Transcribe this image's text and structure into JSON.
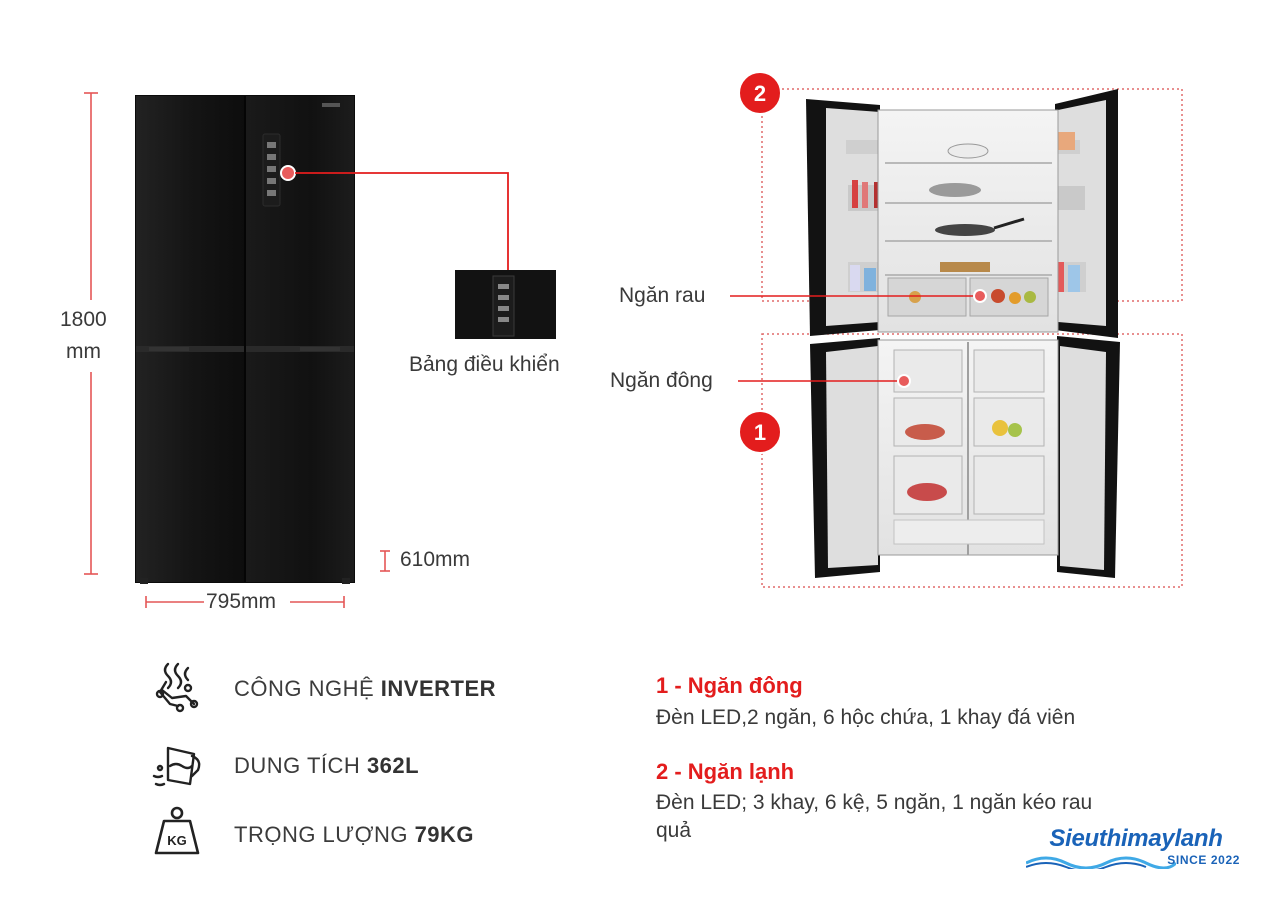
{
  "dimensions": {
    "height_value": "1800",
    "height_unit": "mm",
    "width_label": "795mm",
    "depth_label": "610mm"
  },
  "callouts": {
    "control_panel_caption": "Bảng điều khiển",
    "crisper_label": "Ngăn rau",
    "freezer_label": "Ngăn đông",
    "badge_fridge": "2",
    "badge_freezer": "1"
  },
  "features": [
    {
      "icon": "inverter-chip-icon",
      "prefix": "CÔNG NGHỆ ",
      "value": "INVERTER"
    },
    {
      "icon": "capacity-jug-icon",
      "prefix": "DUNG TÍCH ",
      "value": "362L"
    },
    {
      "icon": "weight-kg-icon",
      "prefix": "TRỌNG LƯỢNG ",
      "value": "79KG"
    }
  ],
  "descriptions": [
    {
      "title": "1 - Ngăn đông",
      "text": "Đèn LED,2 ngăn, 6 hộc chứa, 1 khay đá viên"
    },
    {
      "title": "2 - Ngăn lạnh",
      "text": "Đèn LED; 3 khay, 6 kệ, 5 ngăn, 1 ngăn kéo rau quả"
    }
  ],
  "logo": {
    "name": "Sieuthimaylanh",
    "tagline": "SINCE 2022"
  },
  "colors": {
    "accent_red": "#e31d1d",
    "fridge_black": "#141414",
    "brand_blue": "#1a63b8"
  }
}
